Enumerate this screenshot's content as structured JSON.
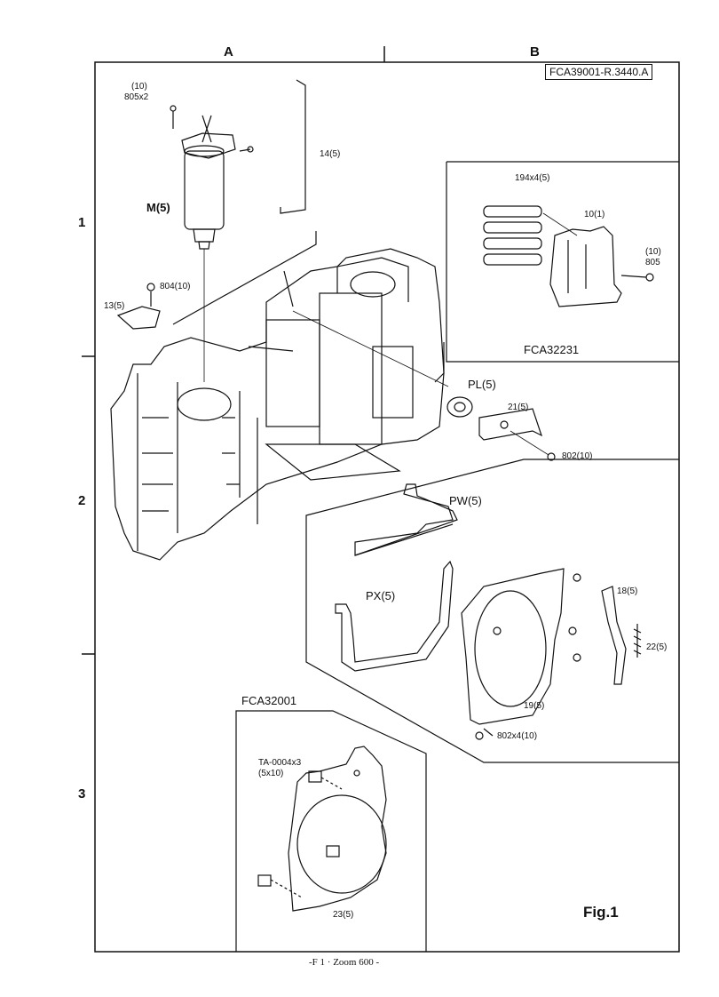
{
  "columns": [
    "A",
    "B"
  ],
  "rows": [
    "1",
    "2",
    "3"
  ],
  "document_code": "FCA39001-R.3440.A",
  "sub_assemblies": [
    {
      "code": "FCA32231"
    },
    {
      "code": "FCA32001"
    }
  ],
  "part_labels": {
    "screw_top_qty": "(10)",
    "screw_top": "805x2",
    "motor": "M(5)",
    "rod": "14(5)",
    "contacts": "194x4(5)",
    "contact_holder": "10(1)",
    "screw_b_qty": "(10)",
    "screw_b": "805",
    "screw_left": "804(10)",
    "bracket_left": "13(5)",
    "pl": "PL(5)",
    "plate_21": "21(5)",
    "screw_802": "802(10)",
    "pw": "PW(5)",
    "px": "PX(5)",
    "bracket_18": "18(5)",
    "spring_22": "22(5)",
    "plate_19": "19(5)",
    "screw_802x4": "802x4(10)",
    "tape": "TA-0004x3",
    "tape_size": "(5x10)",
    "plate_23": "23(5)"
  },
  "figure_label": "Fig.1",
  "footer": "-F 1 · Zoom 600 -"
}
